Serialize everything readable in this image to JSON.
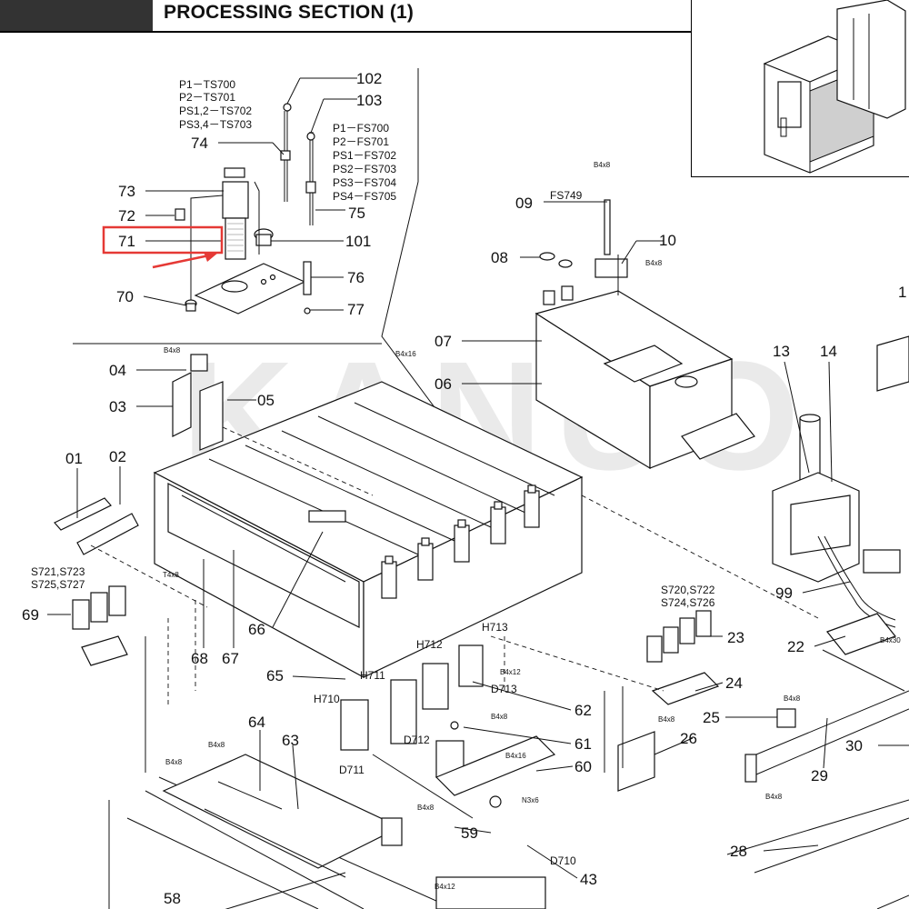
{
  "header": {
    "title": "PROCESSING SECTION (1)"
  },
  "watermark": "KANUO",
  "highlight": {
    "label": "71",
    "color": "#e53935"
  },
  "part_numbers": {
    "p102": "102",
    "p103": "103",
    "p74": "74",
    "p73": "73",
    "p72": "72",
    "p71": "71",
    "p70": "70",
    "p75": "75",
    "p101": "101",
    "p76": "76",
    "p77": "77",
    "p09": "09",
    "p10": "10",
    "p08": "08",
    "p07": "07",
    "p06": "06",
    "p13": "13",
    "p14": "14",
    "p1x": "1",
    "p04": "04",
    "p03": "03",
    "p05": "05",
    "p01": "01",
    "p02": "02",
    "p69": "69",
    "p68": "68",
    "p67": "67",
    "p66": "66",
    "p65": "65",
    "p64": "64",
    "p63": "63",
    "p62": "62",
    "p61": "61",
    "p60": "60",
    "p59": "59",
    "p58": "58",
    "p43": "43",
    "p26": "26",
    "p25": "25",
    "p24": "24",
    "p23": "23",
    "p22": "22",
    "p99": "99",
    "p30": "30",
    "p29": "29",
    "p28": "28"
  },
  "sensor_labels": {
    "ts_p1": "P1－TS700",
    "ts_p2": "P2－TS701",
    "ts_ps12": "PS1,2－TS702",
    "ts_ps34": "PS3,4－TS703",
    "fs_p1": "P1－FS700",
    "fs_p2": "P2－FS701",
    "fs_ps1": "PS1－FS702",
    "fs_ps2": "PS2－FS703",
    "fs_ps3": "PS3－FS704",
    "fs_ps4": "PS4－FS705",
    "fs749": "FS749",
    "s721": "S721,S723",
    "s725": "S725,S727",
    "s720": "S720,S722",
    "s724": "S724,S726",
    "h713": "H713",
    "h712": "H712",
    "h711": "H711",
    "h710": "H710",
    "d713": "D713",
    "d712": "D712",
    "d711": "D711",
    "d710": "D710"
  },
  "screw_labels": {
    "b4x8_a": "B4x8",
    "b4x8_b": "B4x8",
    "b4x8_c": "B4x8",
    "b4x16_a": "B4x16",
    "t4x8": "T4x8",
    "b4x12_a": "B4x12",
    "b4x8_d": "B4x8",
    "b4x8_e": "B4x8",
    "b4x8_f": "B4x8",
    "b4x8_g": "B4x8",
    "b4x16_b": "B4x16",
    "n3x6": "N3x6",
    "b4x8_h": "B4x8",
    "b4x12_b": "B4x12",
    "b4x8_i": "B4x8",
    "b4x8_j": "B4x8",
    "b4x30": "B4x30"
  }
}
